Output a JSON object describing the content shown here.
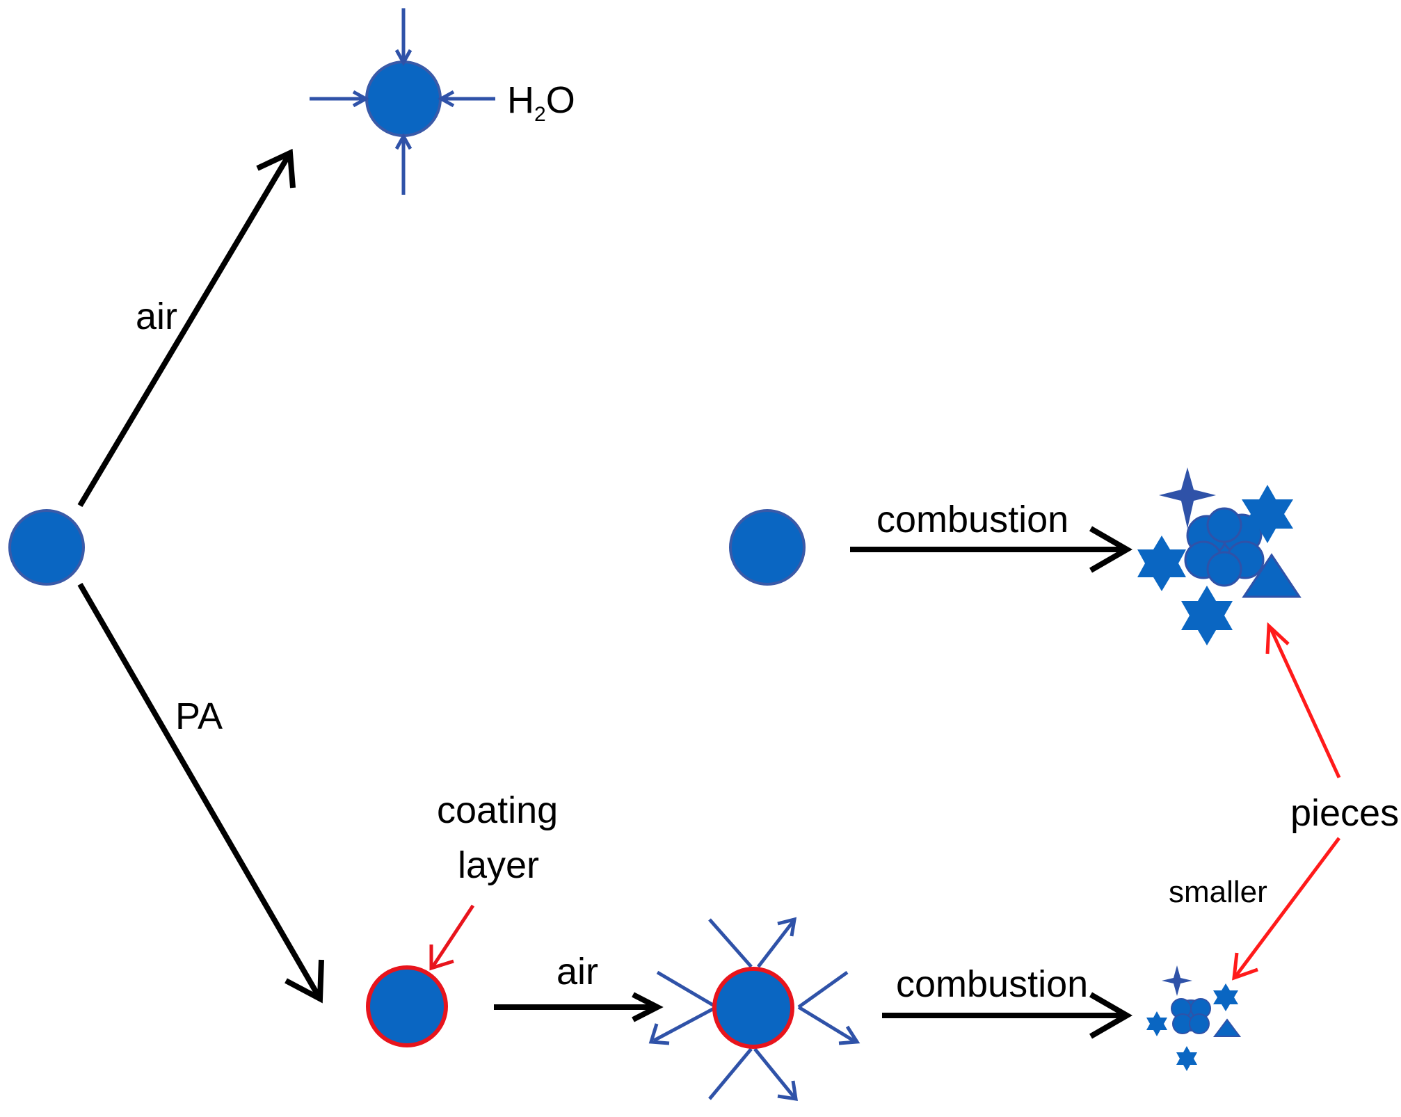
{
  "labels": {
    "h2o_main": "H",
    "h2o_sub": "2",
    "h2o_tail": "O",
    "air_upper": "air",
    "pa": "PA",
    "combustion_upper": "combustion",
    "coating_line1": "coating",
    "coating_line2": "layer",
    "air_lower": "air",
    "combustion_lower": "combustion",
    "pieces": "pieces",
    "smaller": "smaller"
  },
  "colors": {
    "particle_fill": "#0a66c2",
    "particle_edge": "#3a5aa8",
    "small_arrow": "#2f52a8",
    "main_arrow": "#000000",
    "coating": "#e8141c",
    "highlight_arrow": "#ff1a1a"
  }
}
